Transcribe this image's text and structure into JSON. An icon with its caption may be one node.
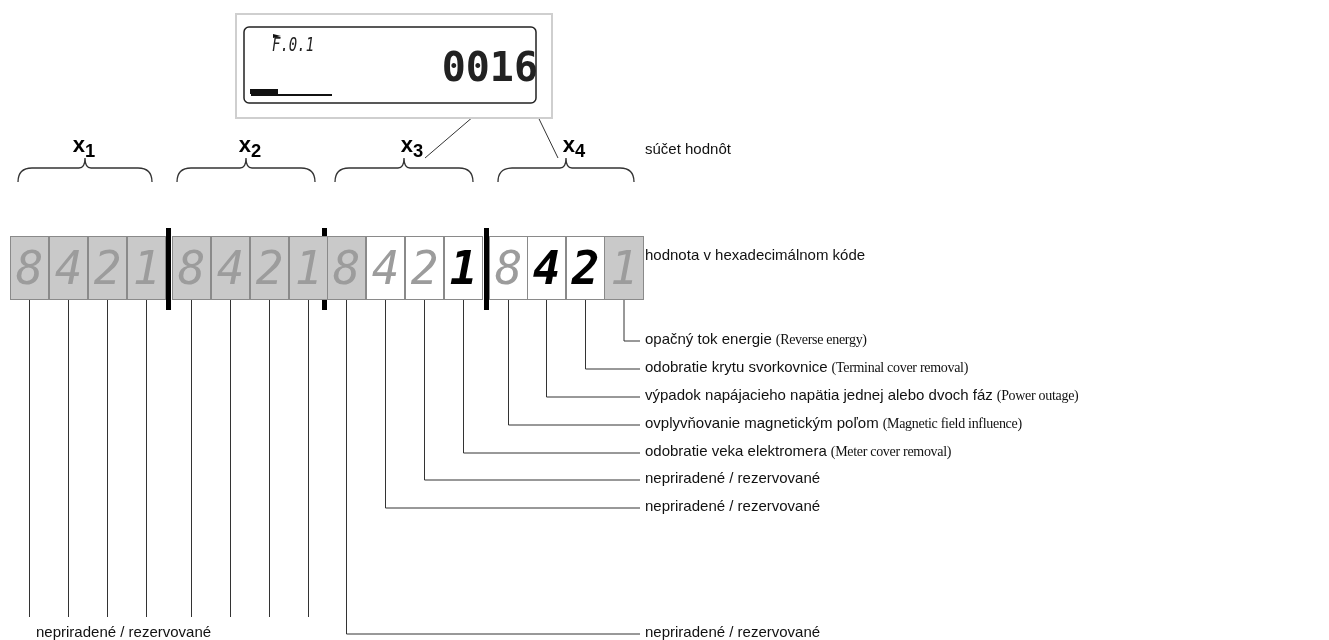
{
  "diagram": {
    "nodes": [
      {
        "text": [],
        "shape": "box"
      },
      {
        "text": [
          "F.0.1"
        ],
        "in": 0
      },
      {
        "text": [
          "0016"
        ],
        "in": 0
      },
      {
        "text": [
          "x$_{1}$"
        ]
      },
      {
        "text": [
          "x$_{2}$"
        ]
      },
      {
        "text": [
          "x$_{3}$"
        ]
      },
      {
        "text": [
          "x$_{4}$"
        ]
      },
      {
        "text": [
          "8"
        ]
      },
      {
        "text": [
          "4"
        ]
      },
      {
        "text": [
          "2"
        ]
      },
      {
        "text": [
          "1"
        ]
      },
      {
        "text": [
          "8"
        ]
      },
      {
        "text": [
          "4"
        ]
      },
      {
        "text": [
          "2"
        ]
      },
      {
        "text": [
          "1"
        ]
      },
      {
        "text": [
          "8"
        ]
      },
      {
        "text": [
          "4"
        ]
      },
      {
        "text": [
          "2"
        ]
      },
      {
        "text": [
          "1"
        ]
      },
      {
        "text": [
          "8"
        ]
      },
      {
        "text": [
          "4"
        ]
      },
      {
        "text": [
          "2"
        ]
      },
      {
        "text": [
          "1"
        ]
      },
      {
        "text": [
          "opačný tok energie",
          "(Reverse energy)"
        ]
      },
      {
        "text": [
          "odobratie krytu svorkovnice",
          "(Terminal cover removal)"
        ]
      },
      {
        "text": [
          "výpadok napájacieho napätia jednej alebo dvoch fáz",
          "(Power outage)"
        ]
      },
      {
        "text": [
          "ovplyvňovanie magnetickým poľom",
          "(Magnetic field influence)"
        ]
      },
      {
        "text": [
          "odobratie veka elektromera",
          "(Meter cover removal)"
        ]
      },
      {
        "text": [
          "nepriradené / rezervované"
        ]
      },
      {
        "text": [
          "nepriradené / rezervované"
        ]
      },
      {
        "text": [
          "nepriradené / rezervované"
        ]
      },
      {
        "text": [
          "nepriradené / rezervované"
        ]
      }
    ],
    "edges": [
      {
        "from": 2,
        "to": 5,
        "arrow": "none"
      },
      {
        "from": 2,
        "to": 6,
        "arrow": "none"
      },
      {
        "from": 22,
        "to": 23,
        "arrow": "none"
      },
      {
        "from": 21,
        "to": 24,
        "arrow": "none"
      },
      {
        "from": 20,
        "to": 25,
        "arrow": "none"
      },
      {
        "from": 19,
        "to": 26,
        "arrow": "none"
      },
      {
        "from": 18,
        "to": 27,
        "arrow": "none"
      },
      {
        "from": 17,
        "to": 28,
        "arrow": "none"
      },
      {
        "from": 16,
        "to": 29,
        "arrow": "none"
      },
      {
        "from": 15,
        "to": 30,
        "arrow": "none"
      },
      {
        "from": 7,
        "to": 31,
        "arrow": "none"
      },
      {
        "from": 8,
        "to": 31,
        "arrow": "none"
      },
      {
        "from": 9,
        "to": 31,
        "arrow": "none"
      },
      {
        "from": 10,
        "to": 31,
        "arrow": "none"
      },
      {
        "from": 11,
        "to": 31,
        "arrow": "none"
      },
      {
        "from": 12,
        "to": 31,
        "arrow": "none"
      },
      {
        "from": 13,
        "to": 31,
        "arrow": "none"
      },
      {
        "from": 14,
        "to": 31,
        "arrow": "none"
      }
    ],
    "labels": [
      "súčet hodnôt",
      "hodnota v hexadecimálnom kóde"
    ]
  }
}
